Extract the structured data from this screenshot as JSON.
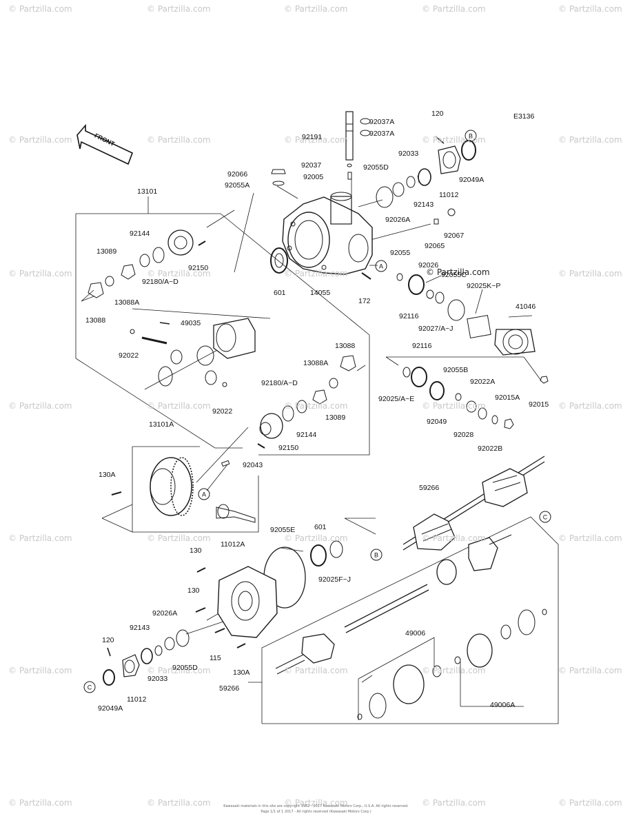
{
  "diagram_code": "E3136",
  "front_arrow_label": "FRONT",
  "watermark_text": "© Partzilla.com",
  "overlay_watermark": "© Partzilla.com",
  "copyright_lines": [
    "Kawasaki materials in this site are copyright 1982 - 2017 Kawasaki Motors Corp., U.S.A. All rights reserved.",
    "Page 1/1 of 1 2017 - All rights reserved (Kawasaki Motors Corp.)"
  ],
  "callouts": {
    "A": "A",
    "B": "B",
    "C": "C"
  },
  "labels": {
    "p92191": "92191",
    "p92037A_1": "92037A",
    "p92037A_2": "92037A",
    "p120_top": "120",
    "p92066": "92066",
    "p92055A": "92055A",
    "p92037": "92037",
    "p92005": "92005",
    "p92055D_top": "92055D",
    "p92033_top": "92033",
    "p92143_top": "92143",
    "p11012_top": "11012",
    "p92049A_top": "92049A",
    "p92026A_top": "92026A",
    "p92067": "92067",
    "p92065": "92065",
    "p13101": "13101",
    "p92144_top": "92144",
    "p13089_left": "13089",
    "p13088A_left": "13088A",
    "p13088_left": "13088",
    "p92180_left": "92180/A~D",
    "p92150_top": "92150",
    "p601_top": "601",
    "p14055": "14055",
    "p172": "172",
    "p92055": "92055",
    "p92026": "92026",
    "p92055C": "92055C",
    "p92025KP": "92025K~P",
    "p92116_top": "92116",
    "p92027AJ": "92027/A~J",
    "p41046": "41046",
    "p49035": "49035",
    "p92022_left": "92022",
    "p92022_mid": "92022",
    "p13088_right": "13088",
    "p13088A_right": "13088A",
    "p92180_right": "92180/A~D",
    "p92144_right": "92144",
    "p13089_right": "13089",
    "p92150_mid": "92150",
    "p92116_mid": "92116",
    "p92025AE": "92025/A~E",
    "p92055B": "92055B",
    "p92022A": "92022A",
    "p92015A": "92015A",
    "p92015": "92015",
    "p92049": "92049",
    "p92028": "92028",
    "p92022B": "92022B",
    "p13101A": "13101A",
    "p92043": "92043",
    "p130A_top": "130A",
    "p59266_top": "59266",
    "p92055E": "92055E",
    "p601_bottom": "601",
    "p92025FJ": "92025F~J",
    "p130_a": "130",
    "p11012A": "11012A",
    "p130_b": "130",
    "p92026A_bot": "92026A",
    "p92143_bot": "92143",
    "p120_bot": "120",
    "p92055D_bot": "92055D",
    "p115": "115",
    "p130A_bot": "130A",
    "p92033_bot": "92033",
    "p11012_bot": "11012",
    "p92049A_bot": "92049A",
    "p49006": "49006",
    "p49006A": "49006A",
    "p59266_bot": "59266"
  }
}
